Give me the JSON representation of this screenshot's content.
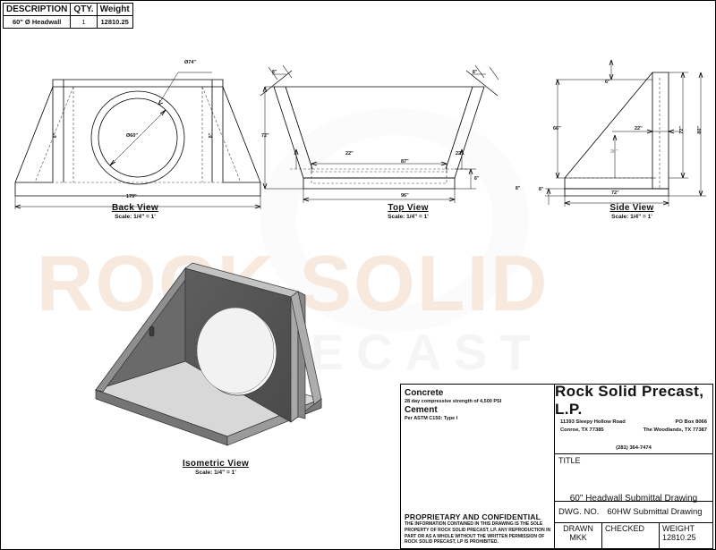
{
  "sheet": {
    "description_table": {
      "headers": [
        "DESCRIPTION",
        "QTY.",
        "Weight"
      ],
      "rows": [
        {
          "description": "60\" Ø Headwall",
          "qty": "1",
          "weight": "12810.25"
        }
      ]
    },
    "watermark": {
      "line1": "ROCK SOLID",
      "line2": "PRECAST",
      "color": "#f7e9dd"
    }
  },
  "views": {
    "back": {
      "name": "Back View",
      "scale": "Scale: 1/4\" = 1'",
      "dims": {
        "outer_diameter": "Ø74\"",
        "inner_diameter": "Ø60\"",
        "overall_width": "179\"",
        "wall_left": "8\"",
        "wall_right": "8\""
      }
    },
    "top": {
      "name": "Top View",
      "scale": "Scale: 1/4\" = 1'",
      "dims": {
        "depth": "72\"",
        "wing_left": "8\"",
        "wing_right": "8\"",
        "offset_left": "22\"",
        "offset_right": "22\"",
        "inner_width": "87\"",
        "outer_width": "96\"",
        "slab_thickness": "8\"",
        "apron": "8\""
      }
    },
    "side": {
      "name": "Side View",
      "scale": "Scale: 1/4\" = 1'",
      "dims": {
        "top_thickness": "6\"",
        "wall_height": "66\"",
        "head_width": "22\"",
        "inner_height": "30\"",
        "base_length": "72\"",
        "wall_total": "72\"",
        "overall_height": "80\"",
        "base_thickness": "8\""
      }
    },
    "isometric": {
      "name": "Isometric View",
      "scale": "Scale: 1/4\" = 1'"
    }
  },
  "title_block": {
    "materials": {
      "concrete_heading": "Concrete",
      "concrete_spec": "28 day compressive strength of 4,500 PSI",
      "cement_heading": "Cement",
      "cement_spec": "Per ASTM C150: Type I"
    },
    "proprietary": {
      "heading": "PROPRIETARY AND CONFIDENTIAL",
      "body": "THE INFORMATION CONTAINED IN THIS DRAWING IS THE SOLE PROPERTY OF ROCK SOLID PRECAST, LP.  ANY REPRODUCTION IN PART OR AS A WHOLE WITHOUT THE WRITTEN PERMISSION OF ROCK SOLID PRECAST, LP IS PROHIBITED."
    },
    "company": {
      "name": "Rock Solid Precast, L.P.",
      "address_line1": "11393 Sleepy Hollow Road",
      "address_line2": "Conroe, TX 77385",
      "po_box_line1": "PO Box 8066",
      "po_box_line2": "The Woodlands, TX 77387",
      "phone": "(281) 364-7474"
    },
    "title": {
      "label": "TITLE",
      "value": "60\" Headwall Submittal Drawing"
    },
    "drawing_number": {
      "label": "DWG.  NO.",
      "value": "60HW Submittal Drawing"
    },
    "footer": {
      "drawn_label": "DRAWN",
      "drawn_by": "MKK",
      "checked_label": "CHECKED",
      "checked_by": "",
      "weight_label": "WEIGHT 12810.25"
    }
  }
}
